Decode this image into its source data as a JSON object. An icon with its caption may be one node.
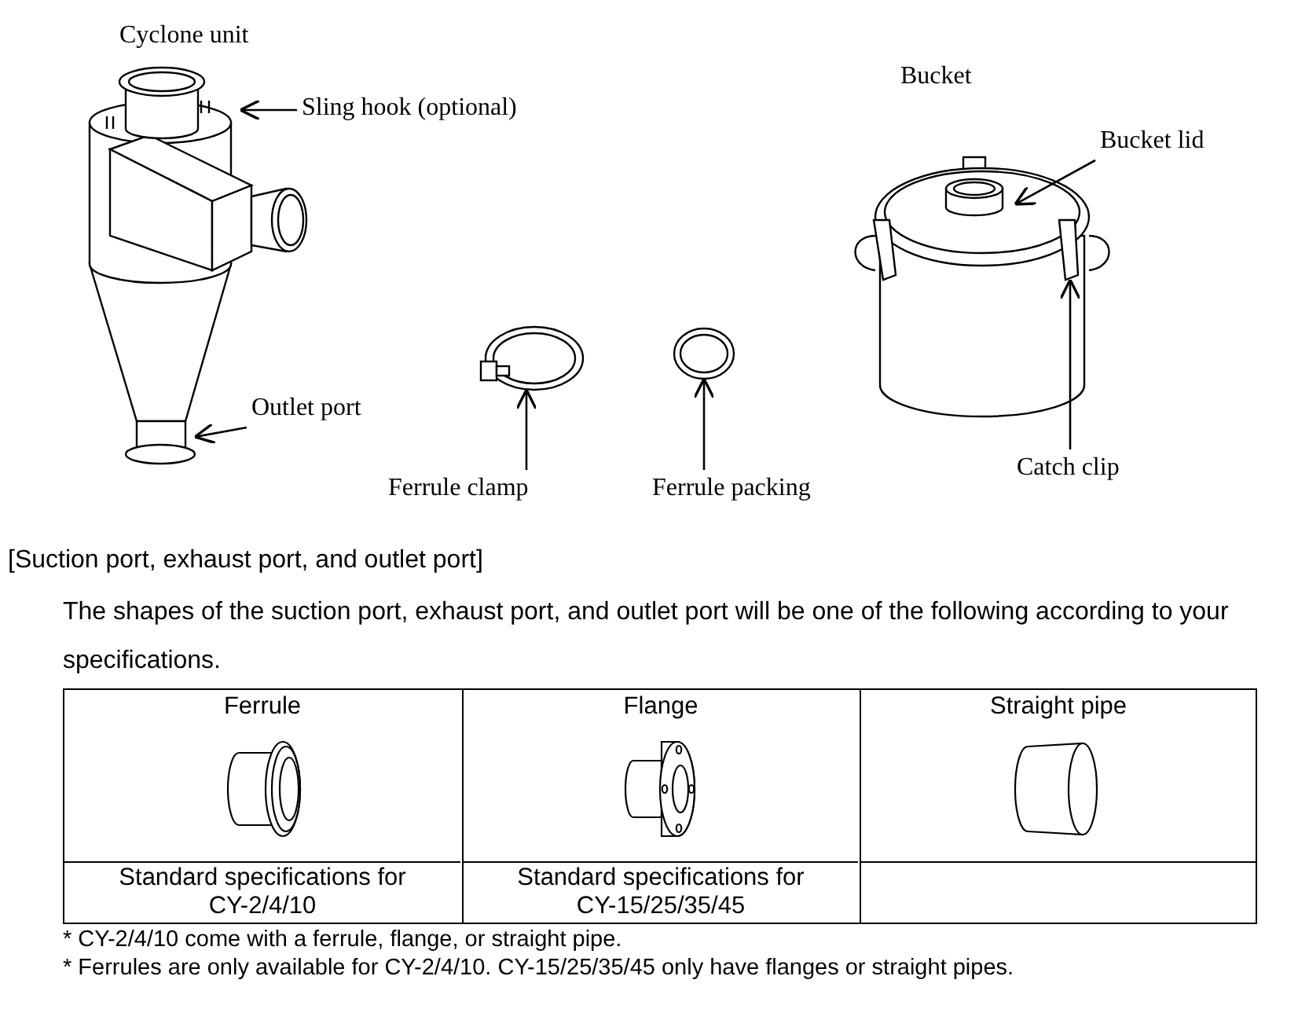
{
  "diagram": {
    "nodes": [
      {
        "text": [
          "Sling hook (optional)"
        ]
      },
      {
        "text": [
          "Bucket lid"
        ]
      },
      {
        "text": [
          "Outlet port"
        ]
      },
      {
        "text": [
          "Catch clip"
        ]
      },
      {
        "text": [
          "Ferrule clamp"
        ]
      },
      {
        "text": [
          "Ferrule packing"
        ]
      },
      {
        "text": [],
        "shape": "picture",
        "beside": [
          "Cyclone unit"
        ]
      },
      {
        "text": [],
        "shape": "picture"
      },
      {
        "text": [],
        "shape": "picture"
      },
      {
        "text": [],
        "shape": "picture",
        "beside": [
          "Bucket"
        ]
      }
    ],
    "edges": [
      {
        "from": 0,
        "to": 6,
        "arrow": "to"
      },
      {
        "from": 1,
        "to": 9,
        "arrow": "to"
      },
      {
        "from": 2,
        "to": 6,
        "arrow": "to"
      },
      {
        "from": 3,
        "to": 9,
        "arrow": "to"
      },
      {
        "from": 4,
        "to": 7,
        "arrow": "to"
      },
      {
        "from": 5,
        "to": 8,
        "arrow": "to"
      }
    ],
    "labels": [
      "[Suction port, exhaust port, and outlet port]",
      "The shapes of the suction port, exhaust port, and outlet port will be one of the following according to your specifications.",
      "Ferrule",
      "Flange",
      "Straight pipe",
      "Standard specifications for CY-2/4/10",
      "Standard specifications for CY-15/25/35/45",
      "* CY-2/4/10 come with a ferrule, flange, or straight pipe.",
      "* Ferrules are only available for CY-2/4/10. CY-15/25/35/45 only have flanges or straight pipes."
    ]
  }
}
